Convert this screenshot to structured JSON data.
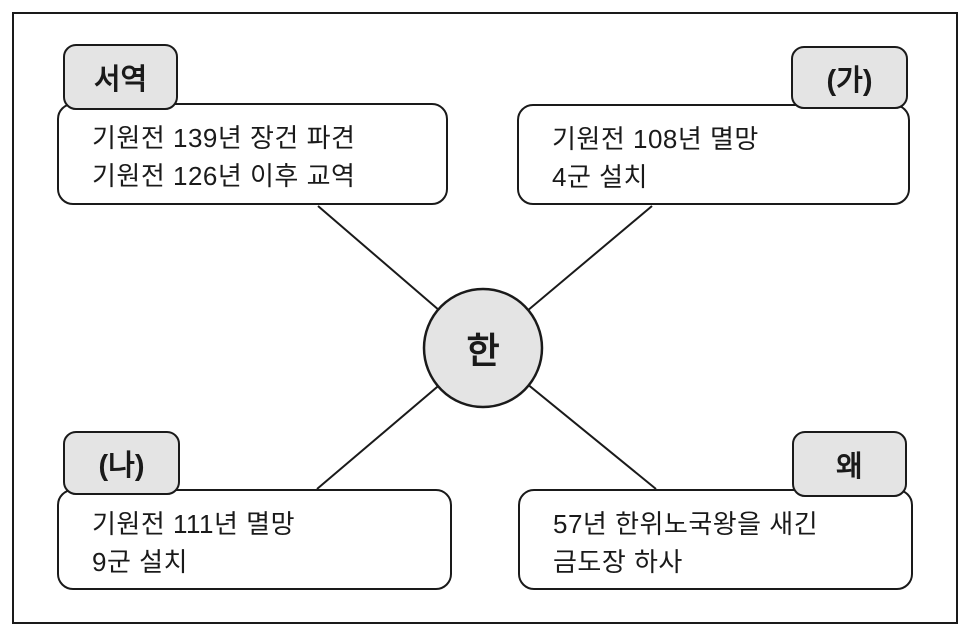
{
  "diagram": {
    "center_label": "한",
    "nodes": [
      {
        "tab": "서역",
        "lines": [
          "기원전 139년 장건 파견",
          "기원전 126년 이후 교역"
        ]
      },
      {
        "tab": "(가)",
        "lines": [
          "기원전 108년 멸망",
          "4군 설치"
        ]
      },
      {
        "tab": "(나)",
        "lines": [
          "기원전 111년 멸망",
          "9군 설치"
        ]
      },
      {
        "tab": "왜",
        "lines": [
          "57년 한위노국왕을 새긴",
          "금도장 하사"
        ]
      }
    ],
    "colors": {
      "node_fill": "#e4e4e4",
      "stroke": "#1a1a1a",
      "background": "#ffffff"
    }
  }
}
